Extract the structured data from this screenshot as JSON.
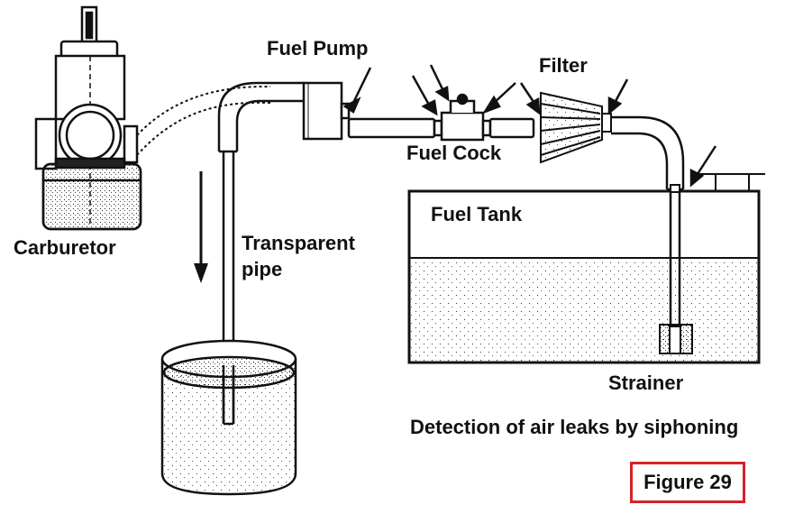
{
  "labels": {
    "fuel_pump": "Fuel Pump",
    "filter": "Filter",
    "fuel_cock": "Fuel Cock",
    "fuel_tank": "Fuel Tank",
    "carburetor": "Carburetor",
    "transparent_pipe_line1": "Transparent",
    "transparent_pipe_line2": "pipe",
    "strainer": "Strainer",
    "caption": "Detection of air leaks by siphoning",
    "figure": "Figure 29"
  },
  "colors": {
    "ink": "#111111",
    "figure_border": "#d6222a",
    "background": "#ffffff"
  }
}
